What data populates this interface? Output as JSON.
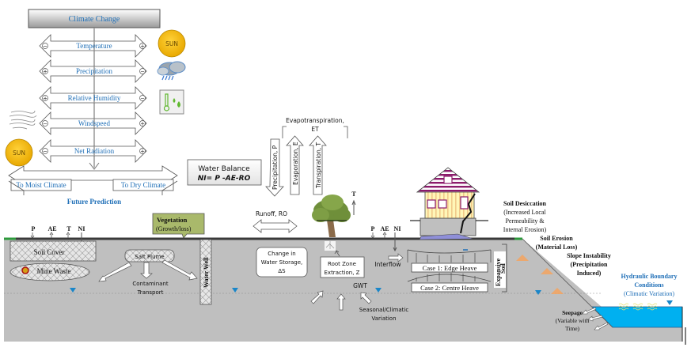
{
  "colors": {
    "label_blue": "#1f6fb7",
    "ground": "#bfbfbf",
    "surface_line": "#3a3a3a",
    "vegetation_green": "#a9b96b",
    "water": "#00b0f0",
    "sun": "#f5b800",
    "house_stripes": "#8b1a6b",
    "house_wall": "#fff3a8",
    "erosion_marks": "#f4a460"
  },
  "climate": {
    "title": "Climate Change",
    "variables": [
      {
        "label": "Temperature",
        "left_sign": "−",
        "right_sign": "+",
        "icon": "sun-icon",
        "icon_text": "SUN"
      },
      {
        "label": "Precipitation",
        "left_sign": "+",
        "right_sign": "−",
        "icon": "storm-cloud-icon"
      },
      {
        "label": "Relative Humidity",
        "left_sign": "+",
        "right_sign": "−",
        "icon": "thermometer-humidity-icon"
      },
      {
        "label": "Windspeed",
        "left_sign": "−",
        "right_sign": "+",
        "icon": "wind-icon"
      },
      {
        "label": "Net Radiation",
        "left_sign": "−",
        "right_sign": "+",
        "icon": "sun-icon",
        "icon_text": "SUN"
      }
    ],
    "prediction": {
      "left": "To Moist Climate",
      "right": "To Dry Climate",
      "caption": "Future Prediction"
    }
  },
  "water_balance": {
    "title": "Water Balance",
    "equation": "NI= P -AE-RO"
  },
  "fluxes": {
    "et_label_line1": "Evapotranspiration,",
    "et_label_line2": "ET",
    "precipitation": "Precipitation, P",
    "evaporation": "Evaporation, E",
    "transpiration": "Transpiration, T",
    "runoff": "Runoff, RO",
    "tree_t": "T",
    "left_terms": [
      "P",
      "AE",
      "T",
      "NI"
    ],
    "right_terms": [
      "P",
      "AE",
      "NI"
    ]
  },
  "subsurface": {
    "soil_cover": "Soil Cover",
    "mine_waste": "Mine Waste",
    "salt_plume": "Salt Plume",
    "contaminant_line1": "Contaminant",
    "contaminant_line2": "Transport",
    "water_well": "Water Well",
    "vegetation_line1": "Vegetation",
    "vegetation_line2": "(Growth/loss)",
    "storage_line1": "Change in",
    "storage_line2": "Water Storage,",
    "storage_line3": "ΔS",
    "root_line1": "Root Zone",
    "root_line2": "Extraction, Z",
    "gwt": "GWT",
    "seasonal_line1": "Seasonal/Climatic",
    "seasonal_line2": "Variation",
    "interflow": "Interflow",
    "case1": "Case 1: Edge Heave",
    "case2": "Case 2: Centre Heave",
    "expansive_line1": "Expansive",
    "expansive_line2": "Soil"
  },
  "slope": {
    "desiccation": [
      "Soil Desiccation",
      "(Increased Local",
      "Permeability &",
      "Internal Erosion)"
    ],
    "erosion": [
      "Soil Erosion",
      "(Material Loss)"
    ],
    "instability": [
      "Slope Instability",
      "(Precipitation",
      "Induced)"
    ],
    "hydraulic": [
      "Hydraulic Boundary",
      "Conditions",
      "(Climatic Variation)"
    ],
    "seepage": [
      "Seepage",
      "(Variable with",
      "Time)"
    ]
  }
}
